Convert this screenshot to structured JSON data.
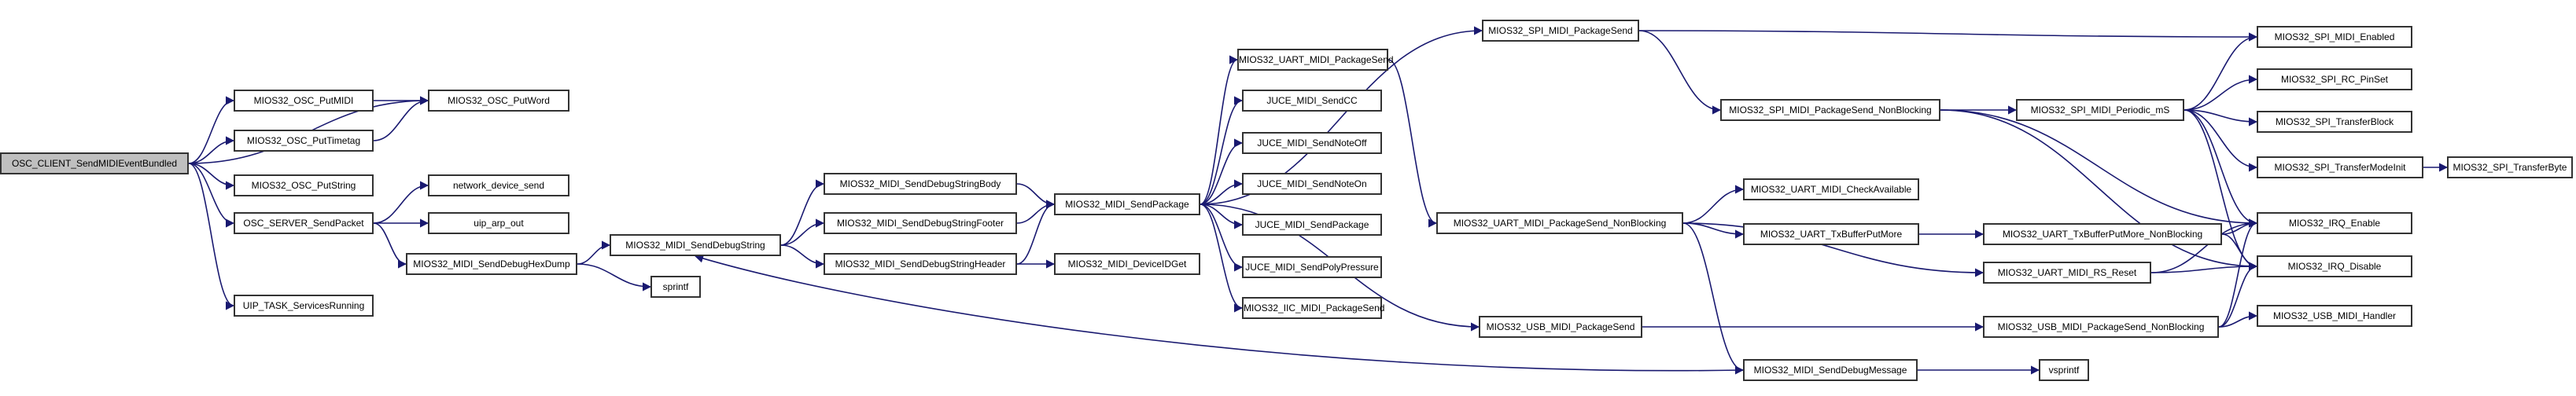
{
  "graph": {
    "edge_color": "#191970",
    "nodes": [
      {
        "id": "root",
        "label": "OSC_CLIENT_SendMIDIEventBundled",
        "root": true
      },
      {
        "id": "putmidi",
        "label": "MIOS32_OSC_PutMIDI"
      },
      {
        "id": "puttimetag",
        "label": "MIOS32_OSC_PutTimetag"
      },
      {
        "id": "putstring",
        "label": "MIOS32_OSC_PutString"
      },
      {
        "id": "putword",
        "label": "MIOS32_OSC_PutWord"
      },
      {
        "id": "server",
        "label": "OSC_SERVER_SendPacket"
      },
      {
        "id": "uip",
        "label": "UIP_TASK_ServicesRunning"
      },
      {
        "id": "netsend",
        "label": "network_device_send"
      },
      {
        "id": "arpout",
        "label": "uip_arp_out"
      },
      {
        "id": "hexdump",
        "label": "MIOS32_MIDI_SendDebugHexDump"
      },
      {
        "id": "dbgstr",
        "label": "MIOS32_MIDI_SendDebugString"
      },
      {
        "id": "sprintf",
        "label": "sprintf"
      },
      {
        "id": "body",
        "label": "MIOS32_MIDI_SendDebugStringBody"
      },
      {
        "id": "footer",
        "label": "MIOS32_MIDI_SendDebugStringFooter"
      },
      {
        "id": "header",
        "label": "MIOS32_MIDI_SendDebugStringHeader"
      },
      {
        "id": "devid",
        "label": "MIOS32_MIDI_DeviceIDGet"
      },
      {
        "id": "sendpkg",
        "label": "MIOS32_MIDI_SendPackage"
      },
      {
        "id": "uartsend",
        "label": "MIOS32_UART_MIDI_PackageSend"
      },
      {
        "id": "jcc",
        "label": "JUCE_MIDI_SendCC"
      },
      {
        "id": "jnoff",
        "label": "JUCE_MIDI_SendNoteOff"
      },
      {
        "id": "jnon",
        "label": "JUCE_MIDI_SendNoteOn"
      },
      {
        "id": "jpkg",
        "label": "JUCE_MIDI_SendPackage"
      },
      {
        "id": "jpoly",
        "label": "JUCE_MIDI_SendPolyPressure"
      },
      {
        "id": "iic",
        "label": "MIOS32_IIC_MIDI_PackageSend"
      },
      {
        "id": "spisend",
        "label": "MIOS32_SPI_MIDI_PackageSend"
      },
      {
        "id": "uartnb",
        "label": "MIOS32_UART_MIDI_PackageSend_NonBlocking"
      },
      {
        "id": "usbsend",
        "label": "MIOS32_USB_MIDI_PackageSend"
      },
      {
        "id": "dbgmsg",
        "label": "MIOS32_MIDI_SendDebugMessage"
      },
      {
        "id": "spinb",
        "label": "MIOS32_SPI_MIDI_PackageSend_NonBlocking"
      },
      {
        "id": "checkavail",
        "label": "MIOS32_UART_MIDI_CheckAvailable"
      },
      {
        "id": "txput",
        "label": "MIOS32_UART_TxBufferPutMore"
      },
      {
        "id": "usbnb",
        "label": "MIOS32_USB_MIDI_PackageSend_NonBlocking"
      },
      {
        "id": "vsprintf",
        "label": "vsprintf"
      },
      {
        "id": "periodic",
        "label": "MIOS32_SPI_MIDI_Periodic_mS"
      },
      {
        "id": "txputnb",
        "label": "MIOS32_UART_TxBufferPutMore_NonBlocking"
      },
      {
        "id": "rsreset",
        "label": "MIOS32_UART_MIDI_RS_Reset"
      },
      {
        "id": "spienabled",
        "label": "MIOS32_SPI_MIDI_Enabled"
      },
      {
        "id": "rcpin",
        "label": "MIOS32_SPI_RC_PinSet"
      },
      {
        "id": "transblock",
        "label": "MIOS32_SPI_TransferBlock"
      },
      {
        "id": "transmode",
        "label": "MIOS32_SPI_TransferModeInit"
      },
      {
        "id": "transbyte",
        "label": "MIOS32_SPI_TransferByte"
      },
      {
        "id": "irqen",
        "label": "MIOS32_IRQ_Enable"
      },
      {
        "id": "irqdis",
        "label": "MIOS32_IRQ_Disable"
      },
      {
        "id": "usbhandler",
        "label": "MIOS32_USB_MIDI_Handler"
      }
    ],
    "edges": [
      [
        "root",
        "putmidi"
      ],
      [
        "root",
        "puttimetag"
      ],
      [
        "root",
        "putstring"
      ],
      [
        "root",
        "putword"
      ],
      [
        "root",
        "server"
      ],
      [
        "root",
        "uip"
      ],
      [
        "putmidi",
        "putword"
      ],
      [
        "puttimetag",
        "putword"
      ],
      [
        "server",
        "netsend"
      ],
      [
        "server",
        "arpout"
      ],
      [
        "server",
        "hexdump"
      ],
      [
        "hexdump",
        "dbgstr"
      ],
      [
        "hexdump",
        "sprintf"
      ],
      [
        "dbgstr",
        "body"
      ],
      [
        "dbgstr",
        "footer"
      ],
      [
        "dbgstr",
        "header"
      ],
      [
        "body",
        "sendpkg"
      ],
      [
        "footer",
        "sendpkg"
      ],
      [
        "header",
        "sendpkg"
      ],
      [
        "header",
        "devid"
      ],
      [
        "sendpkg",
        "uartsend"
      ],
      [
        "sendpkg",
        "jcc"
      ],
      [
        "sendpkg",
        "jnoff"
      ],
      [
        "sendpkg",
        "jnon"
      ],
      [
        "sendpkg",
        "jpkg"
      ],
      [
        "sendpkg",
        "jpoly"
      ],
      [
        "sendpkg",
        "iic"
      ],
      [
        "sendpkg",
        "spisend"
      ],
      [
        "sendpkg",
        "usbsend"
      ],
      [
        "uartsend",
        "uartnb"
      ],
      [
        "spisend",
        "spienabled"
      ],
      [
        "spisend",
        "spinb"
      ],
      [
        "spinb",
        "periodic"
      ],
      [
        "spinb",
        "irqen"
      ],
      [
        "spinb",
        "irqdis"
      ],
      [
        "periodic",
        "spienabled"
      ],
      [
        "periodic",
        "rcpin"
      ],
      [
        "periodic",
        "transblock"
      ],
      [
        "periodic",
        "transmode"
      ],
      [
        "periodic",
        "irqen"
      ],
      [
        "periodic",
        "irqdis"
      ],
      [
        "transmode",
        "transbyte"
      ],
      [
        "uartnb",
        "checkavail"
      ],
      [
        "uartnb",
        "txput"
      ],
      [
        "uartnb",
        "rsreset"
      ],
      [
        "uartnb",
        "dbgmsg"
      ],
      [
        "txput",
        "txputnb"
      ],
      [
        "txputnb",
        "irqen"
      ],
      [
        "txputnb",
        "irqdis"
      ],
      [
        "rsreset",
        "irqen"
      ],
      [
        "rsreset",
        "irqdis"
      ],
      [
        "usbsend",
        "usbnb"
      ],
      [
        "usbnb",
        "irqen"
      ],
      [
        "usbnb",
        "irqdis"
      ],
      [
        "usbnb",
        "usbhandler"
      ],
      [
        "dbgmsg",
        "vsprintf"
      ],
      [
        "dbgmsg",
        "dbgstr"
      ]
    ]
  }
}
